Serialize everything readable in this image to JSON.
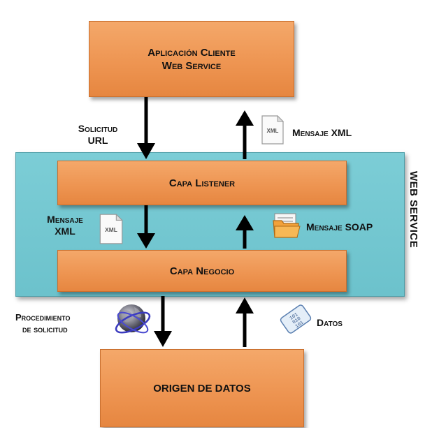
{
  "boxes": {
    "client_line1": "Aplicación Cliente",
    "client_line2": "Web Service",
    "listener": "Capa Listener",
    "negocio": "Capa Negocio",
    "origen": "ORIGEN DE DATOS"
  },
  "panel": {
    "title": "WEB SERVICE"
  },
  "labels": {
    "solicitud_line1": "Solicitud",
    "solicitud_line2": "URL",
    "mensaje_xml_top": "Mensaje XML",
    "mensaje_xml_mid_line1": "Mensaje",
    "mensaje_xml_mid_line2": "XML",
    "mensaje_soap": "Mensaje SOAP",
    "procedimiento_line1": "Procedimiento",
    "procedimiento_line2": "de solicitud",
    "datos": "Datos"
  },
  "icon_text": {
    "xml_doc": "XML",
    "binary_lines": [
      "101",
      "010",
      "101"
    ]
  },
  "icons": [
    "xml-document-icon",
    "xml-document-icon",
    "folder-icon",
    "globe-icon",
    "binary-data-icon"
  ],
  "colors": {
    "box_orange": "#ee9552",
    "panel_teal": "#6cc2cc",
    "arrow": "#000000"
  }
}
